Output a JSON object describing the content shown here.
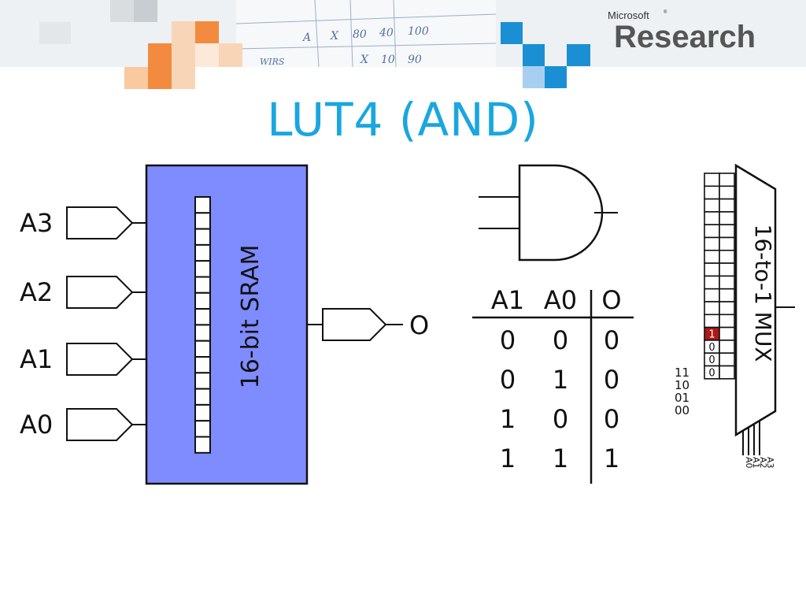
{
  "branding": {
    "company": "Microsoft",
    "product": "Research",
    "trademark": "®"
  },
  "slide": {
    "title": "LUT4 (AND)"
  },
  "background_doodle": [
    "A",
    "X",
    "80",
    "40",
    "100",
    "WIRS",
    "X",
    "10",
    "90"
  ],
  "lut": {
    "inputs": [
      "A3",
      "A2",
      "A1",
      "A0"
    ],
    "sram_label": "16-bit SRAM",
    "sram_cells": 16,
    "output_label": "O"
  },
  "truth_table": {
    "headers": [
      "A1",
      "A0",
      "O"
    ],
    "rows": [
      [
        "0",
        "0",
        "0"
      ],
      [
        "0",
        "1",
        "0"
      ],
      [
        "1",
        "0",
        "0"
      ],
      [
        "1",
        "1",
        "1"
      ]
    ]
  },
  "mux": {
    "label": "16-to-1 MUX",
    "cells": 16,
    "address_labels": [
      "11",
      "10",
      "01",
      "00"
    ],
    "bottom_values": [
      "1",
      "0",
      "0",
      "0"
    ],
    "select_labels": [
      "A3",
      "A2",
      "A1",
      "A0"
    ]
  },
  "colors": {
    "title": "#1aa6e0",
    "sram_fill": "#7f8cff",
    "set_bit": "#b01818",
    "accent_orange": "#f28b3f",
    "accent_blue": "#1b8fd4"
  }
}
